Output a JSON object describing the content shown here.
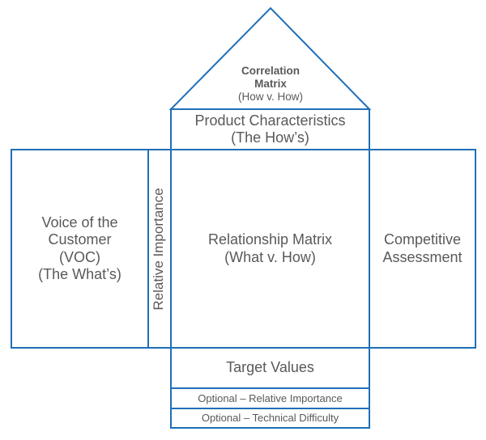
{
  "diagram": {
    "title": "House of Quality",
    "line_color": "#1f6fb8",
    "text_color": "#595959",
    "roof": {
      "title_line1": "Correlation",
      "title_line2": "Matrix",
      "subtitle": "(How v. How)"
    },
    "product_characteristics": {
      "line1": "Product Characteristics",
      "line2": "(The How’s)"
    },
    "voice_of_customer": {
      "line1": "Voice of the",
      "line2": "Customer",
      "line3": "(VOC)",
      "line4": "(The What’s)"
    },
    "relative_importance": {
      "label": "Relative Importance"
    },
    "relationship_matrix": {
      "line1": "Relationship Matrix",
      "line2": "(What v. How)"
    },
    "competitive_assessment": {
      "line1": "Competitive",
      "line2": "Assessment"
    },
    "target_values": {
      "label": "Target Values"
    },
    "optional_rows": [
      {
        "label": "Optional – Relative Importance"
      },
      {
        "label": "Optional – Technical Difficulty"
      }
    ]
  }
}
